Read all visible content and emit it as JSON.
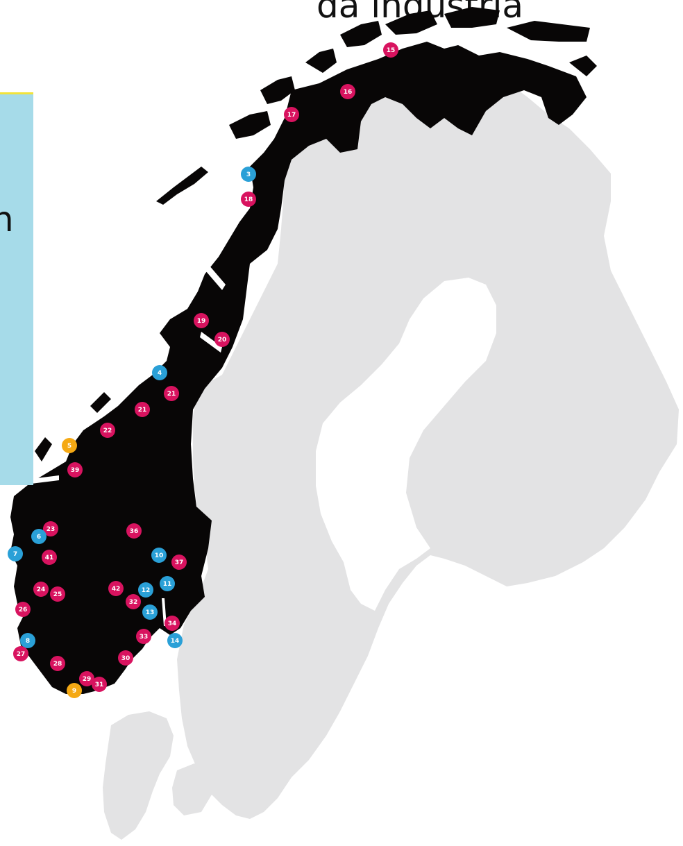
{
  "heading": {
    "text": "da industria"
  },
  "panel": {
    "text": "n"
  },
  "colors": {
    "land_norway": "#080606",
    "land_neighbors": "#e3e3e4",
    "marker_magenta": "#d8135f",
    "marker_blue": "#2aa0d7",
    "marker_orange": "#f5a914",
    "panel_fill": "#a6dbe9",
    "panel_accent": "#f2e33a"
  },
  "markers": [
    {
      "label": "15",
      "color": "magenta"
    },
    {
      "label": "16",
      "color": "magenta"
    },
    {
      "label": "17",
      "color": "magenta"
    },
    {
      "label": "3",
      "color": "blue"
    },
    {
      "label": "18",
      "color": "magenta"
    },
    {
      "label": "19",
      "color": "magenta"
    },
    {
      "label": "20",
      "color": "magenta"
    },
    {
      "label": "4",
      "color": "blue"
    },
    {
      "label": "21",
      "color": "magenta"
    },
    {
      "label": "21",
      "color": "magenta"
    },
    {
      "label": "22",
      "color": "magenta"
    },
    {
      "label": "5",
      "color": "orange"
    },
    {
      "label": "39",
      "color": "magenta"
    },
    {
      "label": "23",
      "color": "magenta"
    },
    {
      "label": "6",
      "color": "blue"
    },
    {
      "label": "36",
      "color": "magenta"
    },
    {
      "label": "7",
      "color": "blue"
    },
    {
      "label": "41",
      "color": "magenta"
    },
    {
      "label": "10",
      "color": "blue"
    },
    {
      "label": "37",
      "color": "magenta"
    },
    {
      "label": "11",
      "color": "blue"
    },
    {
      "label": "24",
      "color": "magenta"
    },
    {
      "label": "25",
      "color": "magenta"
    },
    {
      "label": "42",
      "color": "magenta"
    },
    {
      "label": "12",
      "color": "blue"
    },
    {
      "label": "32",
      "color": "magenta"
    },
    {
      "label": "26",
      "color": "magenta"
    },
    {
      "label": "13",
      "color": "blue"
    },
    {
      "label": "34",
      "color": "magenta"
    },
    {
      "label": "33",
      "color": "magenta"
    },
    {
      "label": "8",
      "color": "blue"
    },
    {
      "label": "14",
      "color": "blue"
    },
    {
      "label": "27",
      "color": "magenta"
    },
    {
      "label": "30",
      "color": "magenta"
    },
    {
      "label": "28",
      "color": "magenta"
    },
    {
      "label": "29",
      "color": "magenta"
    },
    {
      "label": "31",
      "color": "magenta"
    },
    {
      "label": "9",
      "color": "orange"
    }
  ]
}
